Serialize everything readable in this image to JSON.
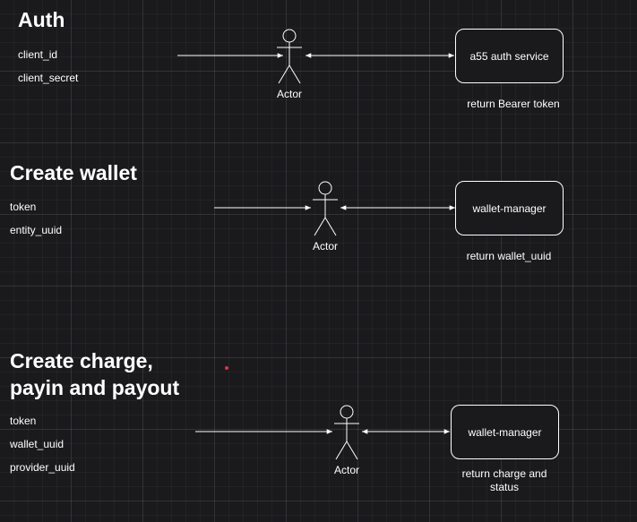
{
  "sections": [
    {
      "id": "auth",
      "title": "Auth",
      "params": [
        "client_id",
        "client_secret"
      ],
      "actor_label": "Actor",
      "service_label": "a55 auth service",
      "return_label": "return Bearer token"
    },
    {
      "id": "wallet",
      "title": "Create wallet",
      "params": [
        "token",
        "entity_uuid"
      ],
      "actor_label": "Actor",
      "service_label": "wallet-manager",
      "return_label": "return wallet_uuid"
    },
    {
      "id": "charge",
      "title_lines": [
        "Create charge,",
        "payin and payout"
      ],
      "params": [
        "token",
        "wallet_uuid",
        "provider_uuid"
      ],
      "actor_label": "Actor",
      "service_label": "wallet-manager",
      "return_lines": [
        "return charge and",
        "status"
      ]
    }
  ],
  "colors": {
    "background": "#1a1a1d",
    "stroke": "#ffffff",
    "text": "#ffffff",
    "accent_dot": "#e0324a"
  }
}
